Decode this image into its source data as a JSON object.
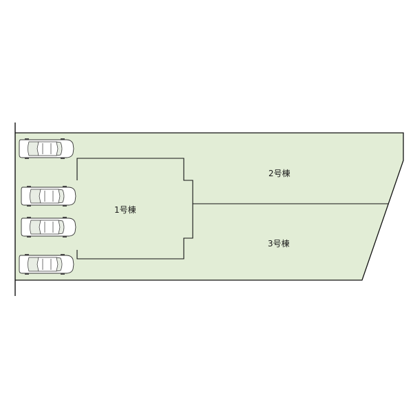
{
  "plan": {
    "fill_color": "#e2edd6",
    "line_color": "#111111",
    "lots": [
      {
        "id": "lot-1",
        "label": "1号棟"
      },
      {
        "id": "lot-2",
        "label": "2号棟"
      },
      {
        "id": "lot-3",
        "label": "3号棟"
      }
    ],
    "parking_spaces": 4,
    "car_icon": "car-top-view-icon"
  }
}
